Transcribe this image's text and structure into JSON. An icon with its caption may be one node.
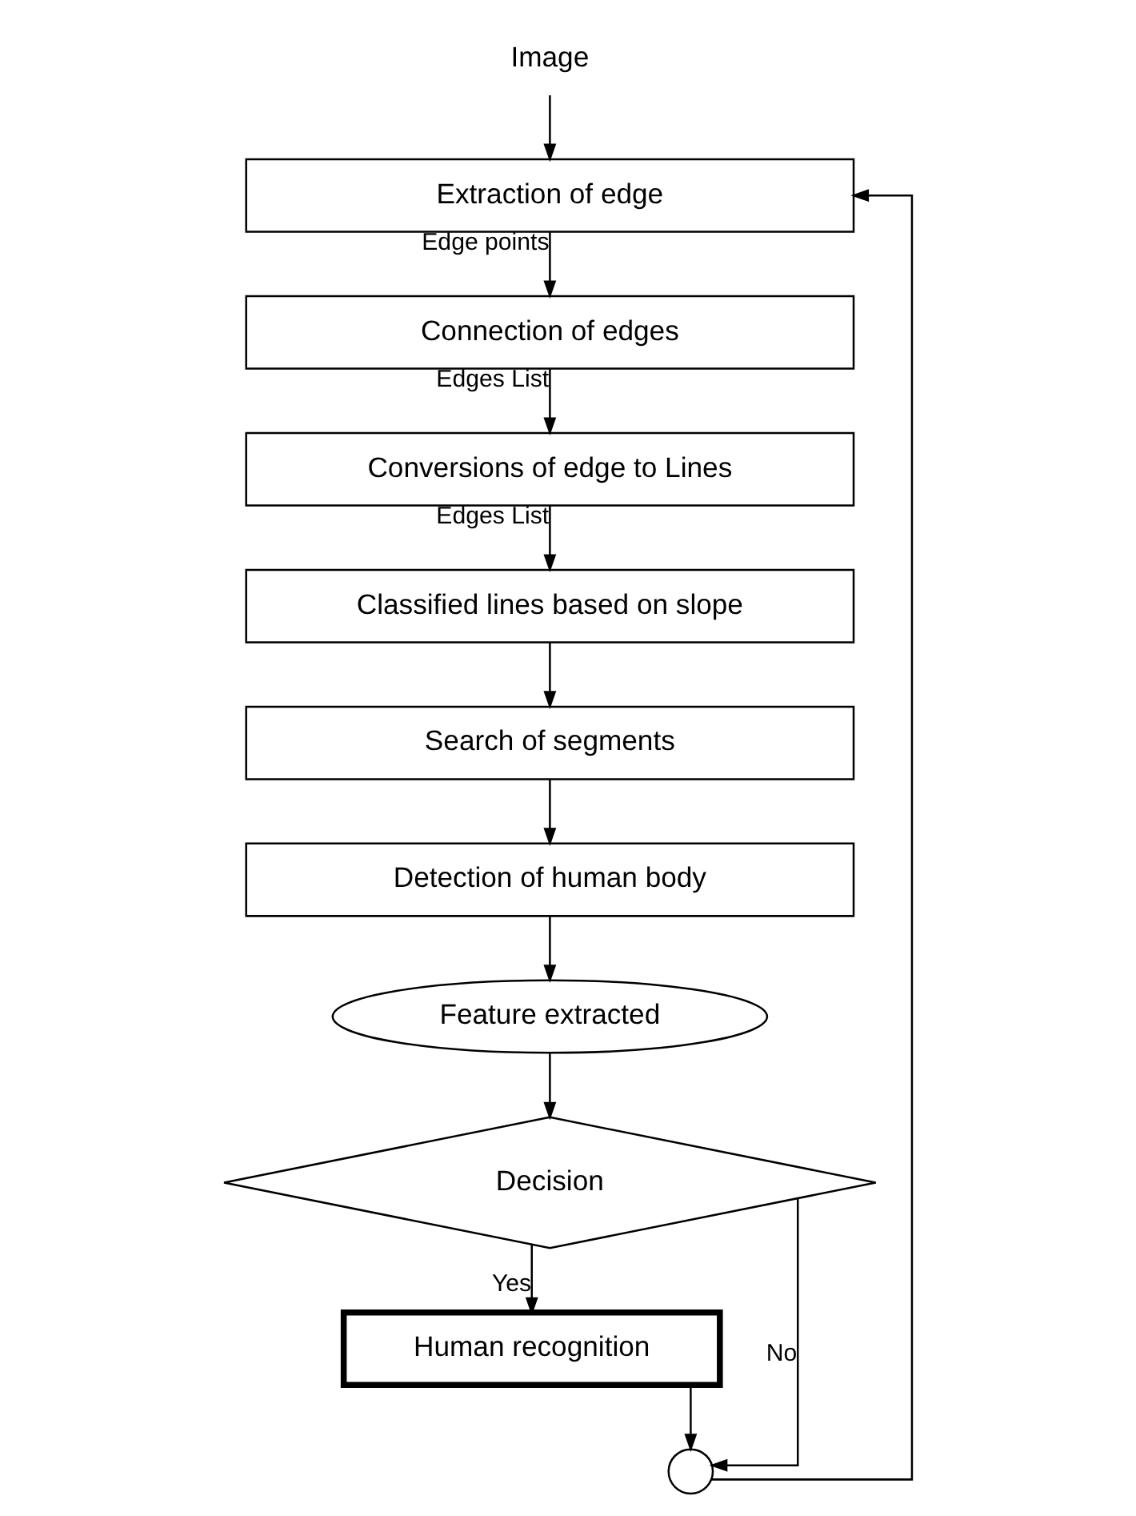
{
  "diagram": {
    "nodes": [
      {
        "text": [
          "Image"
        ]
      },
      {
        "text": [
          "Extraction of edge"
        ]
      },
      {
        "text": [
          "Connection of edges"
        ]
      },
      {
        "text": [
          "Conversions of edge to Lines"
        ]
      },
      {
        "text": [
          "Classified lines based on slope"
        ]
      },
      {
        "text": [
          "Search of segments"
        ]
      },
      {
        "text": [
          "Detection of human body"
        ]
      },
      {
        "text": [
          "Feature extracted"
        ]
      },
      {
        "text": [
          "Decision"
        ]
      },
      {
        "text": [
          "Human recognition"
        ]
      },
      {
        "text": [],
        "shape": "circle"
      }
    ],
    "edges": [
      {
        "from": 0,
        "to": 1,
        "arrow": "to"
      },
      {
        "from": 1,
        "to": 2,
        "arrow": "to",
        "label": "Edge points"
      },
      {
        "from": 2,
        "to": 3,
        "arrow": "to",
        "label": "Edges List"
      },
      {
        "from": 3,
        "to": 4,
        "arrow": "to",
        "label": "Edges List"
      },
      {
        "from": 4,
        "to": 5,
        "arrow": "to"
      },
      {
        "from": 5,
        "to": 6,
        "arrow": "to"
      },
      {
        "from": 6,
        "to": 7,
        "arrow": "to"
      },
      {
        "from": 7,
        "to": 8,
        "arrow": "to"
      },
      {
        "from": 8,
        "to": 9,
        "arrow": "to",
        "label": "Yes"
      },
      {
        "from": 8,
        "to": 10,
        "arrow": "to",
        "label": "No"
      },
      {
        "from": 9,
        "to": 10,
        "arrow": "to"
      },
      {
        "from": 10,
        "to": 1,
        "arrow": "to"
      }
    ]
  }
}
